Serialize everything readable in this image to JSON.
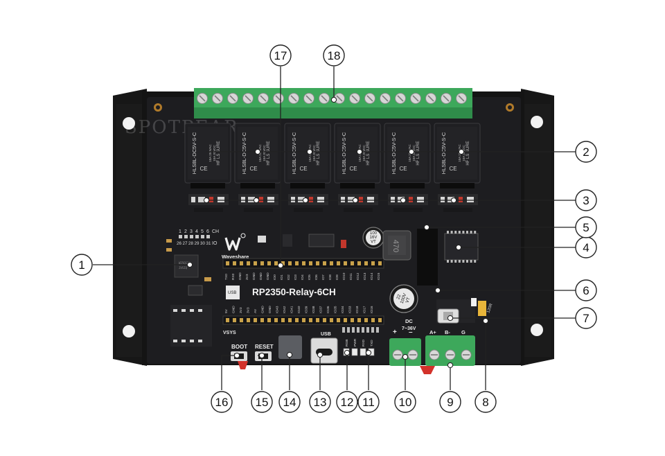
{
  "board": {
    "name": "RP2350-Relay-6CH",
    "brand": "Waveshare",
    "relay_model": "HLS8L-DC5V-S-C",
    "relay_rating_lines": [
      "10A 250VAC",
      "10A 30VDC"
    ],
    "relay_brand": "HF LS SURE",
    "usb_label": "USB",
    "boot_label": "BOOT",
    "reset_label": "RESET",
    "dc_label": "DC",
    "dc_range": "7~36V",
    "rs485_pins": [
      "A+",
      "B-",
      "G"
    ],
    "power_pins": [
      "+",
      "–"
    ],
    "led_labels": [
      "RGB",
      "PWR",
      "RXD",
      "TXD"
    ],
    "vsys_label": "VSYS",
    "header_ch": "CH",
    "header_io": "IO",
    "ch_numbers": [
      "1",
      "2",
      "3",
      "4",
      "5",
      "6"
    ],
    "io_numbers": [
      "26",
      "27",
      "28",
      "29",
      "30",
      "31"
    ],
    "inductor_label": "470",
    "cap1_lines": [
      "100",
      "16V",
      "VT"
    ],
    "cap2_lines": [
      "22",
      "100V",
      "VT"
    ],
    "resistor_label": "120R",
    "watermark": "SPOTPEAR",
    "gpio_top": [
      "TX0",
      "RX0",
      "GND",
      "3V3",
      "GND",
      "GND",
      "GND",
      "IO0",
      "IO1",
      "IO2",
      "IO3",
      "IO4",
      "IO5",
      "IO6",
      "IO7",
      "IO8",
      "IO9",
      "IO10",
      "IO11",
      "IO12",
      "IO13",
      "IO14",
      "IO15"
    ],
    "gpio_bottom": [
      "5V",
      "GND",
      "3V3",
      "3V3",
      "AV",
      "GND",
      "GND",
      "IO43",
      "IO42",
      "IO41",
      "IO40",
      "IO39",
      "IO38",
      "IO37",
      "IO36",
      "IO35",
      "IO34",
      "IO33",
      "IO18",
      "IO17",
      "IO16"
    ]
  },
  "colors": {
    "pcb": "#1c1c1e",
    "case": "#1a1a1a",
    "terminal_green": "#3faa5c",
    "relay_body": "#1f1f22",
    "callout_line": "#222222"
  },
  "callouts": [
    {
      "num": "1"
    },
    {
      "num": "2"
    },
    {
      "num": "3"
    },
    {
      "num": "4"
    },
    {
      "num": "5"
    },
    {
      "num": "6"
    },
    {
      "num": "7"
    },
    {
      "num": "8"
    },
    {
      "num": "9"
    },
    {
      "num": "10"
    },
    {
      "num": "11"
    },
    {
      "num": "12"
    },
    {
      "num": "13"
    },
    {
      "num": "14"
    },
    {
      "num": "15"
    },
    {
      "num": "16"
    },
    {
      "num": "17"
    },
    {
      "num": "18"
    }
  ]
}
